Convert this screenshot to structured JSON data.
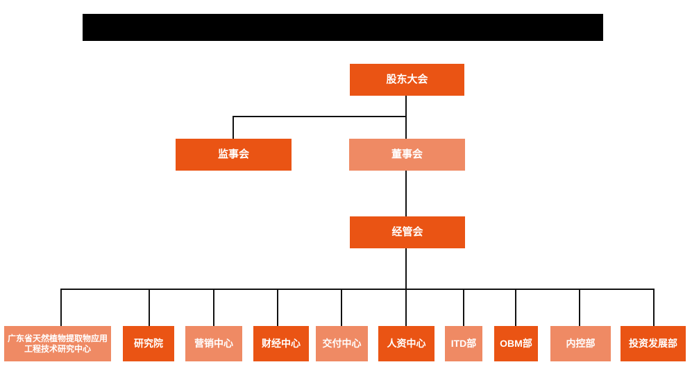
{
  "page": {
    "kind": "organizational-chart",
    "background": "#FFFFFF"
  },
  "title_bar": {
    "redacted": true,
    "label": ""
  },
  "colors": {
    "primary": "#EA5414",
    "secondary": "#EF8A64",
    "connector": "#111111",
    "node_text": "#FFFFFF",
    "redaction": "#000000",
    "page_bg": "#FFFFFF"
  },
  "nodes": {
    "shareholders": {
      "label": "股东大会",
      "variant": "primary",
      "level": 1
    },
    "supervisory": {
      "label": "监事会",
      "variant": "primary",
      "level": 2
    },
    "board": {
      "label": "董事会",
      "variant": "secondary",
      "level": 2
    },
    "management": {
      "label": "经管会",
      "variant": "primary",
      "level": 3
    },
    "research_center": {
      "label": "广东省天然植物提取物应用工程技术研究中心",
      "variant": "secondary",
      "level": 4
    },
    "research_institute": {
      "label": "研究院",
      "variant": "primary",
      "level": 4
    },
    "marketing": {
      "label": "营销中心",
      "variant": "secondary",
      "level": 4
    },
    "finance": {
      "label": "财经中心",
      "variant": "primary",
      "level": 4
    },
    "delivery": {
      "label": "交付中心",
      "variant": "secondary",
      "level": 4
    },
    "hr": {
      "label": "人资中心",
      "variant": "primary",
      "level": 4
    },
    "itd": {
      "label": "ITD部",
      "variant": "secondary",
      "level": 4
    },
    "obm": {
      "label": "OBM部",
      "variant": "primary",
      "level": 4
    },
    "internal_control": {
      "label": "内控部",
      "variant": "secondary",
      "level": 4
    },
    "investment": {
      "label": "投资发展部",
      "variant": "primary",
      "level": 4
    }
  },
  "edges": [
    {
      "from": "shareholders",
      "to": "supervisory"
    },
    {
      "from": "shareholders",
      "to": "board"
    },
    {
      "from": "board",
      "to": "management"
    },
    {
      "from": "management",
      "to": "research_center"
    },
    {
      "from": "management",
      "to": "research_institute"
    },
    {
      "from": "management",
      "to": "marketing"
    },
    {
      "from": "management",
      "to": "finance"
    },
    {
      "from": "management",
      "to": "delivery"
    },
    {
      "from": "management",
      "to": "hr"
    },
    {
      "from": "management",
      "to": "itd"
    },
    {
      "from": "management",
      "to": "obm"
    },
    {
      "from": "management",
      "to": "internal_control"
    },
    {
      "from": "management",
      "to": "investment"
    }
  ]
}
